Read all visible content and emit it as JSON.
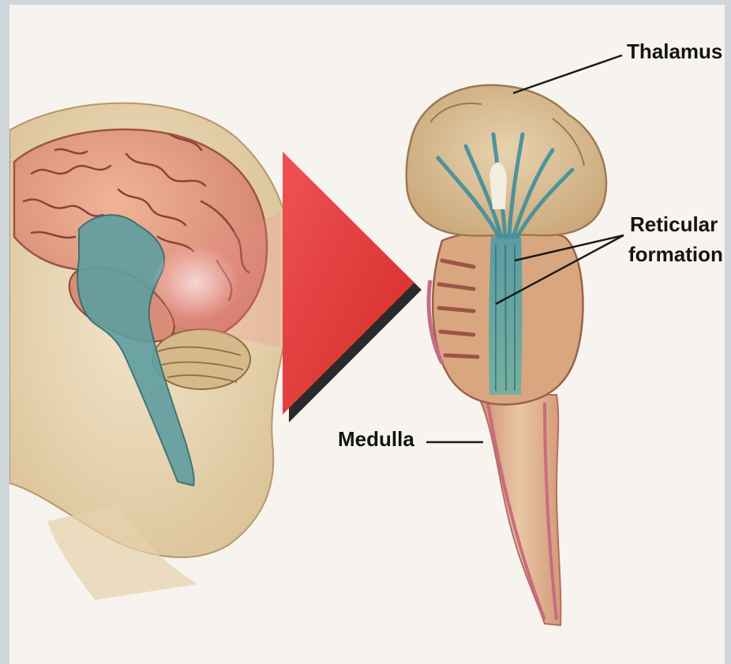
{
  "labels": {
    "thalamus": "Thalamus",
    "reticular_line1": "Reticular",
    "reticular_line2": "formation",
    "medulla": "Medulla"
  },
  "colors": {
    "background": "#f7f3ef",
    "border": "#cfd6dc",
    "brain_pink": "#e9a58a",
    "brainstem_teal": "#5f9ea0",
    "arrow_red": "#e23b3b",
    "skin": "#ead9b8"
  }
}
